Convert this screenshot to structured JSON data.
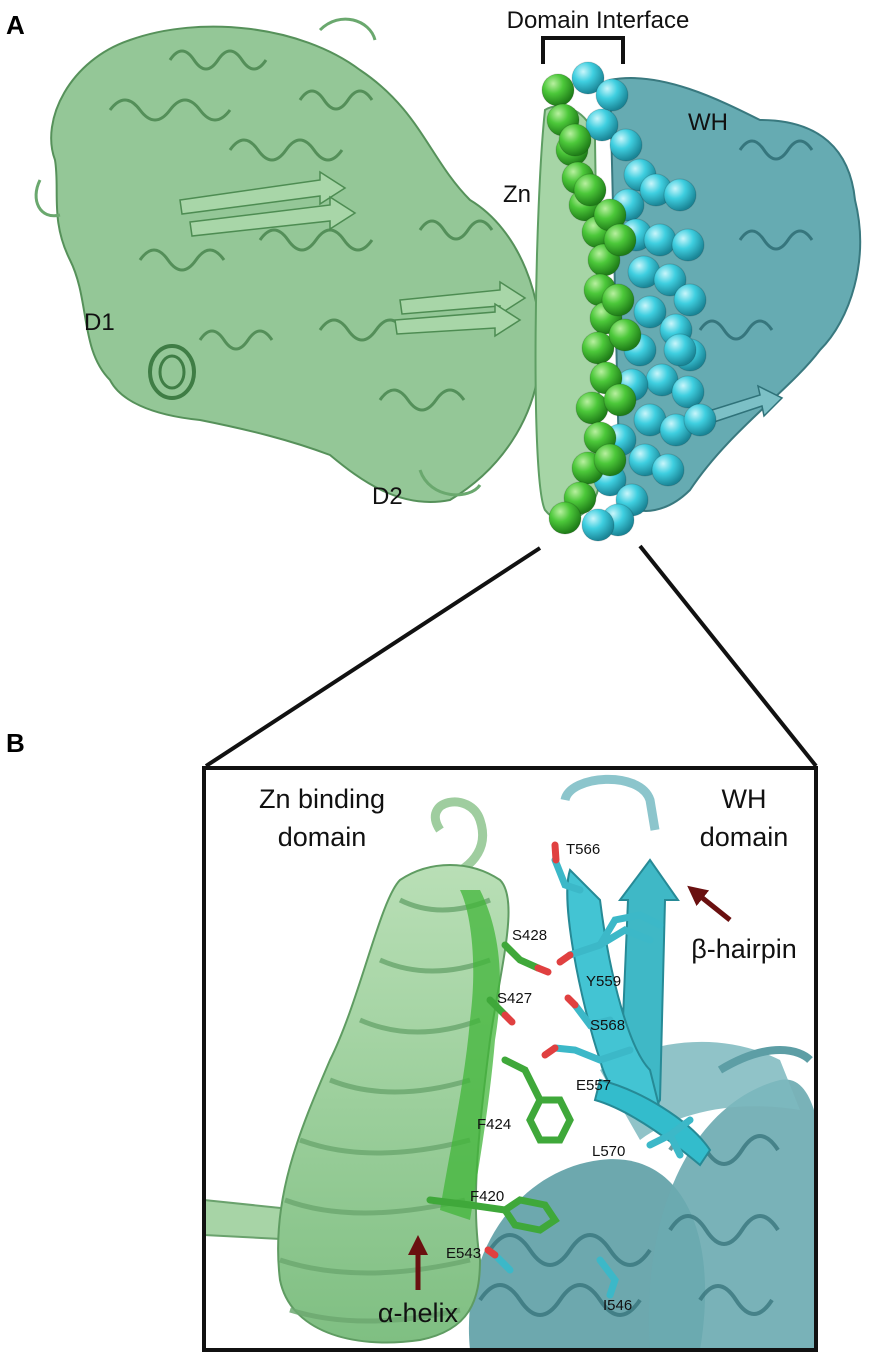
{
  "panel_a": {
    "letter": "A",
    "bracket_label": "Domain Interface",
    "domain_labels": {
      "d1": "D1",
      "d2": "D2",
      "zn": "Zn",
      "wh": "WH"
    }
  },
  "panel_b": {
    "letter": "B",
    "zn_domain_label": [
      "Zn binding",
      "domain"
    ],
    "wh_domain_label": [
      "WH",
      "domain"
    ],
    "secondary_structure": {
      "hairpin": "β-hairpin",
      "helix": "α-helix"
    },
    "residues": {
      "zn_side": [
        "S428",
        "S427",
        "F424",
        "F420"
      ],
      "wh_side": [
        "T566",
        "Y559",
        "S568",
        "E557",
        "L570",
        "E543",
        "I546"
      ]
    }
  },
  "colors": {
    "zn_domain": "#9fd09f",
    "interface_green": "#2fb82f",
    "wh_domain": "#5aa9b0",
    "interface_cyan": "#36c8da",
    "oxygen": "#e03a3a",
    "arrow": "#6a1010",
    "frame": "#111111"
  }
}
